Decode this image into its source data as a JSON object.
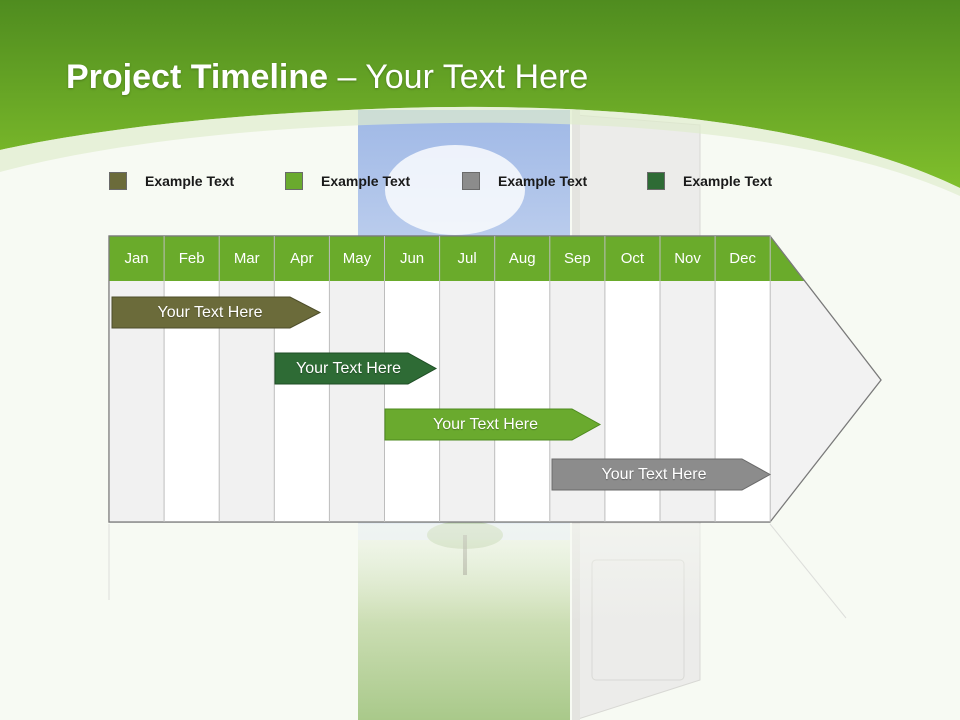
{
  "title": {
    "bold": "Project Timeline",
    "rest": " – Your Text Here"
  },
  "legend": [
    {
      "label": "Example Text",
      "color": "#6b6b3a"
    },
    {
      "label": "Example Text",
      "color": "#6aaa2e"
    },
    {
      "label": "Example Text",
      "color": "#8c8c8c"
    },
    {
      "label": "Example Text",
      "color": "#2e6b35"
    }
  ],
  "months": [
    "Jan",
    "Feb",
    "Mar",
    "Apr",
    "May",
    "Jun",
    "Jul",
    "Aug",
    "Sep",
    "Oct",
    "Nov",
    "Dec"
  ],
  "bars": [
    {
      "label": "Your  Text Here",
      "color": "#6b6b3a"
    },
    {
      "label": "Your  Text Here",
      "color": "#2e6b35"
    },
    {
      "label": "Your  Text Here",
      "color": "#6aaa2e"
    },
    {
      "label": "Your  Text Here",
      "color": "#8c8c8c"
    }
  ],
  "colors": {
    "header_green": "#6aab2b",
    "brand_green": "#7aba2a"
  }
}
